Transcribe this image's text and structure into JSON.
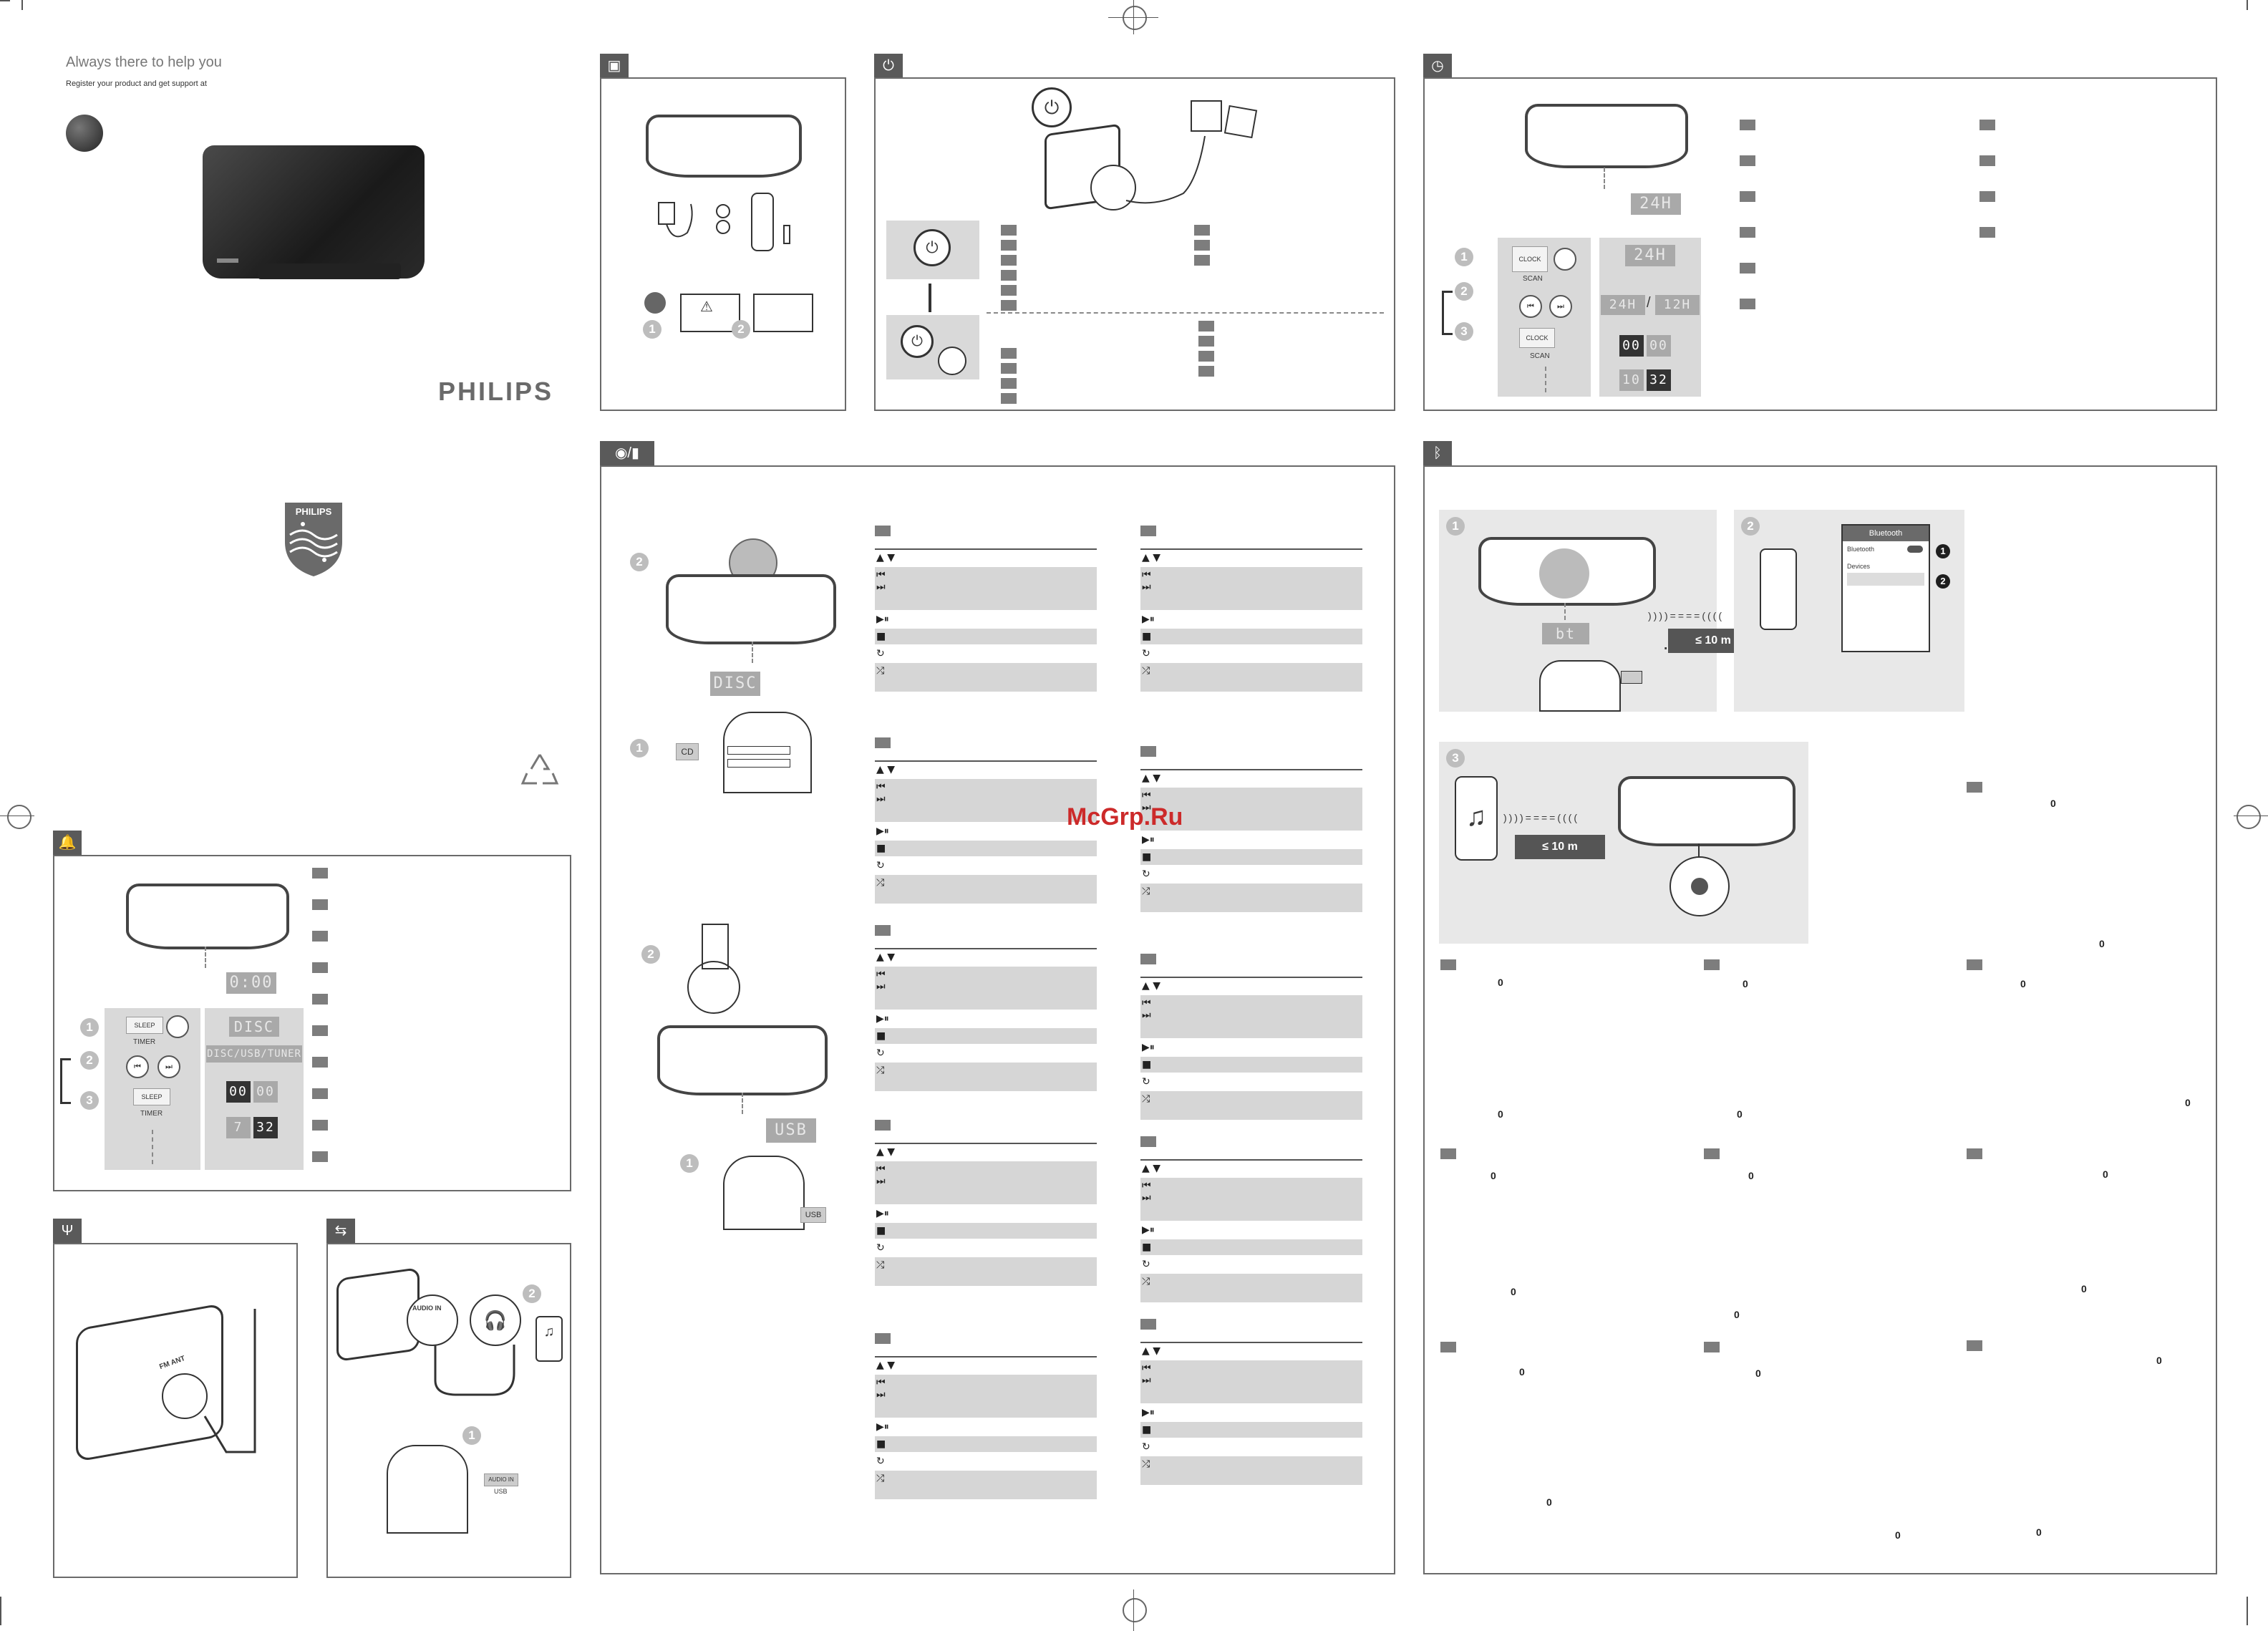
{
  "cover": {
    "tagline": "Always there to help you",
    "register_text": "Register your product and get support at",
    "brand": "PHILIPS",
    "shield_text": "PHILIPS"
  },
  "watermark": "McGrp.Ru",
  "section_tabs": {
    "box": "box-contents-icon",
    "power": "plug-icon",
    "clock": "clock-icon",
    "play": "disc-usb-icon",
    "bluetooth": "bluetooth-icon",
    "alarm": "bell-icon",
    "fm": "antenna-icon",
    "audio_in": "audio-in-icon"
  },
  "displays": {
    "clock_time": "24H",
    "clock_alt": "12H",
    "clock_hour": "00",
    "clock_min": "00",
    "clock_set_h": "10",
    "clock_set_m": "32",
    "sleep_time": "0:00",
    "sleep_disc": "DISC",
    "sleep_sources": "DISC/USB/TUNER",
    "alarm_h": "00",
    "alarm_m": "00",
    "alarm_h2": "7",
    "alarm_m2": "32",
    "disc": "DISC",
    "usb": "USB",
    "bt": "bt"
  },
  "buttons": {
    "clock": "CLOCK",
    "scan": "SCAN",
    "sleep": "SLEEP",
    "timer": "TIMER",
    "cd": "CD",
    "usb": "USB",
    "audio_in": "AUDIO IN",
    "audio_in_label": "AUDIO IN",
    "fm_ant": "FM ANT",
    "standby": "Standby"
  },
  "bluetooth_screen": {
    "title": "Bluetooth",
    "toggle_label": "Bluetooth",
    "devices_label": "Devices"
  },
  "distances": {
    "d1": "≤ 10 m",
    "d2": "≤ 10 m"
  },
  "step_numbers": [
    "1",
    "2",
    "3"
  ],
  "badge_numbers": [
    "1",
    "2"
  ],
  "playback_symbols": {
    "nav": "▲ ▼",
    "prev": "⏮",
    "next": "⏭",
    "play_pause": "▶⏸",
    "stop": "■",
    "repeat": "↻",
    "shuffle": "⤮"
  },
  "bt_bold_marker": "0"
}
